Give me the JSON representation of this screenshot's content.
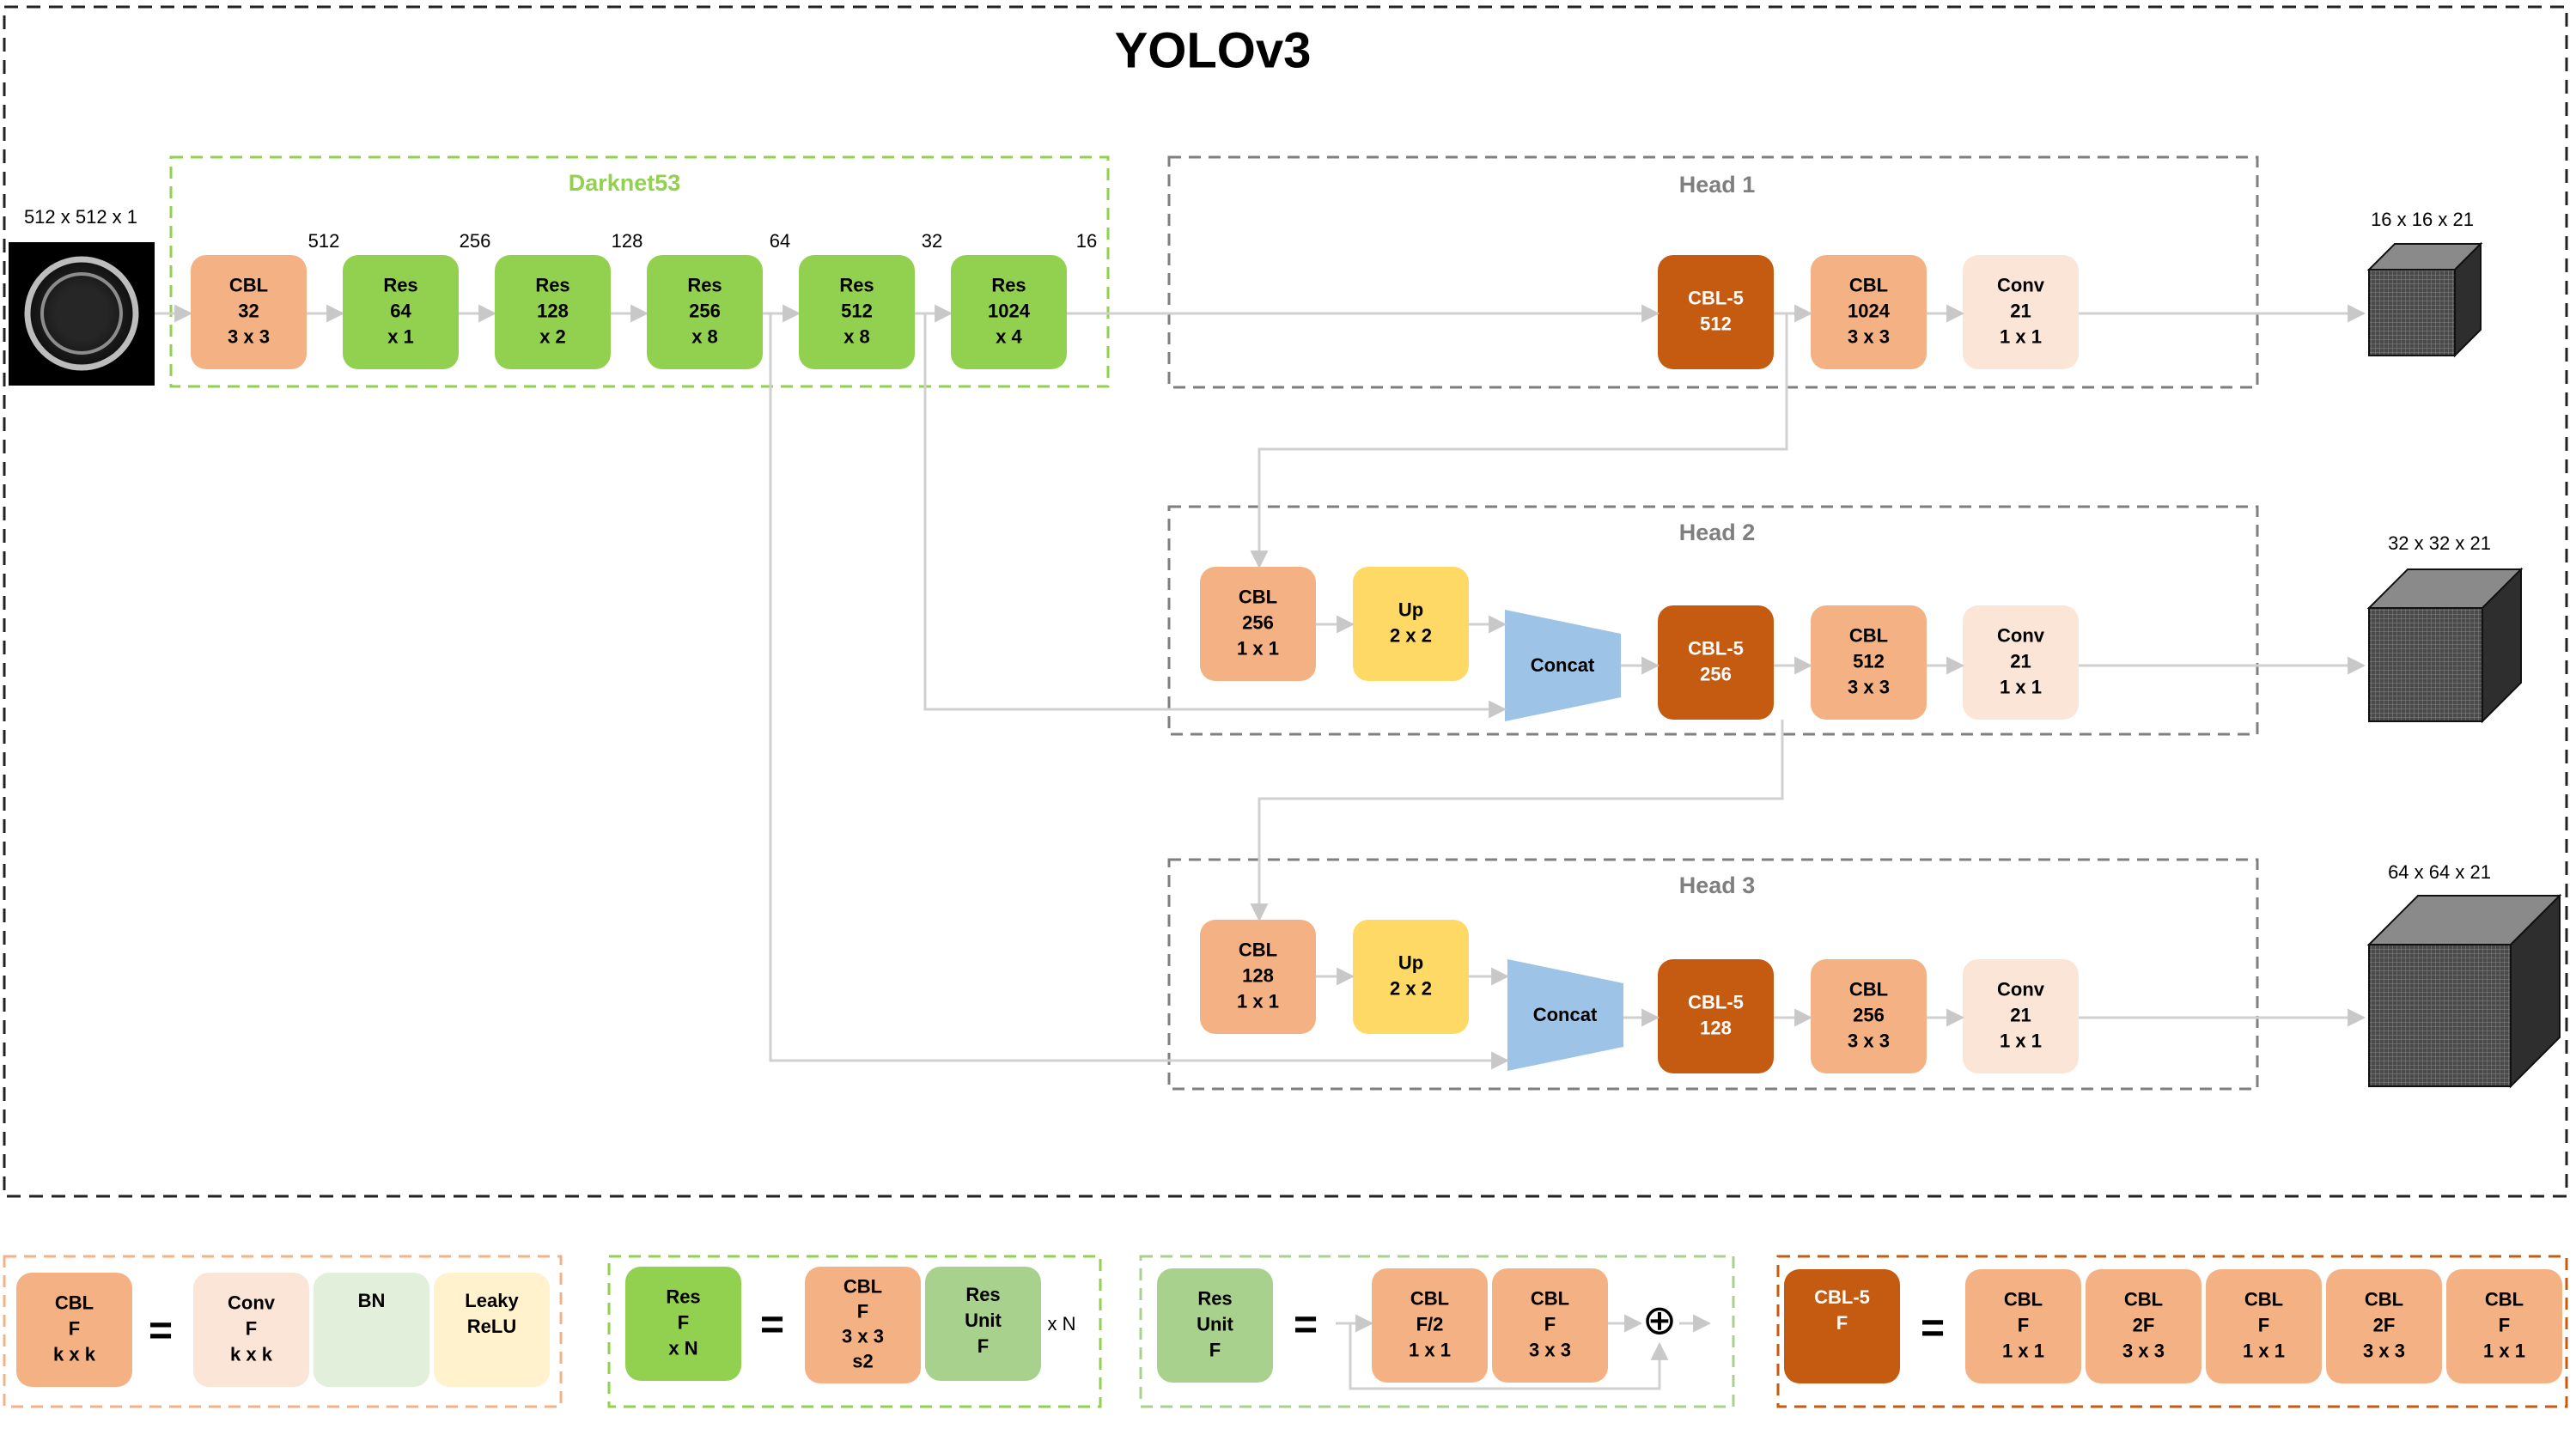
{
  "title": "YOLOv3",
  "input": {
    "label": "512 x 512 x 1"
  },
  "colors": {
    "cbl": "#f4b183",
    "res": "#92d050",
    "res_unit": "#a9d18e",
    "cbl5": "#c55a11",
    "conv": "#fbe5d6",
    "up": "#ffd966",
    "concat": "#9dc3e6",
    "bn": "#e2efda",
    "leaky": "#fff2cc",
    "darknet_label": "#92d050",
    "head_label": "#7f7f7f"
  },
  "darknet": {
    "label": "Darknet53",
    "blocks": [
      {
        "lines": [
          "CBL",
          "32",
          "3 x 3"
        ],
        "kind": "cbl"
      },
      {
        "lines": [
          "Res",
          "64",
          "x 1"
        ],
        "kind": "res"
      },
      {
        "lines": [
          "Res",
          "128",
          "x 2"
        ],
        "kind": "res"
      },
      {
        "lines": [
          "Res",
          "256",
          "x 8"
        ],
        "kind": "res"
      },
      {
        "lines": [
          "Res",
          "512",
          "x 8"
        ],
        "kind": "res"
      },
      {
        "lines": [
          "Res",
          "1024",
          "x 4"
        ],
        "kind": "res"
      }
    ],
    "sizes": [
      "512",
      "256",
      "128",
      "64",
      "32",
      "16"
    ]
  },
  "heads": [
    {
      "label": "Head 1",
      "blocks": [
        {
          "lines": [
            "CBL-5",
            "512"
          ],
          "kind": "cbl5"
        },
        {
          "lines": [
            "CBL",
            "1024",
            "3 x 3"
          ],
          "kind": "cbl"
        },
        {
          "lines": [
            "Conv",
            "21",
            "1 x 1"
          ],
          "kind": "conv"
        }
      ],
      "output": "16 x 16 x 21"
    },
    {
      "label": "Head 2",
      "blocks": [
        {
          "lines": [
            "CBL",
            "256",
            "1 x 1"
          ],
          "kind": "cbl"
        },
        {
          "lines": [
            "Up",
            "2 x 2"
          ],
          "kind": "up"
        },
        {
          "lines": [
            "Concat"
          ],
          "kind": "concat"
        },
        {
          "lines": [
            "CBL-5",
            "256"
          ],
          "kind": "cbl5"
        },
        {
          "lines": [
            "CBL",
            "512",
            "3 x 3"
          ],
          "kind": "cbl"
        },
        {
          "lines": [
            "Conv",
            "21",
            "1 x 1"
          ],
          "kind": "conv"
        }
      ],
      "output": "32 x 32 x 21"
    },
    {
      "label": "Head 3",
      "blocks": [
        {
          "lines": [
            "CBL",
            "128",
            "1 x 1"
          ],
          "kind": "cbl"
        },
        {
          "lines": [
            "Up",
            "2 x 2"
          ],
          "kind": "up"
        },
        {
          "lines": [
            "Concat"
          ],
          "kind": "concat"
        },
        {
          "lines": [
            "CBL-5",
            "128"
          ],
          "kind": "cbl5"
        },
        {
          "lines": [
            "CBL",
            "256",
            "3 x 3"
          ],
          "kind": "cbl"
        },
        {
          "lines": [
            "Conv",
            "21",
            "1 x 1"
          ],
          "kind": "conv"
        }
      ],
      "output": "64 x 64 x 21"
    }
  ],
  "legend": {
    "eq_sign": "=",
    "cbl_def": {
      "lhs": {
        "lines": [
          "CBL",
          "F",
          "k x k"
        ],
        "kind": "cbl"
      },
      "rhs": [
        {
          "lines": [
            "Conv",
            "F",
            "k x k"
          ],
          "kind": "conv"
        },
        {
          "lines": [
            "BN"
          ],
          "kind": "bn"
        },
        {
          "lines": [
            "Leaky",
            "ReLU"
          ],
          "kind": "leaky"
        }
      ]
    },
    "res_def": {
      "lhs": {
        "lines": [
          "Res",
          "F",
          "x N"
        ],
        "kind": "res"
      },
      "rhs": [
        {
          "lines": [
            "CBL",
            "F",
            "3 x 3",
            "s2"
          ],
          "kind": "cbl"
        },
        {
          "lines": [
            "Res",
            "Unit",
            "F"
          ],
          "kind": "res_unit"
        }
      ],
      "suffix": "x N"
    },
    "resunit_def": {
      "lhs": {
        "lines": [
          "Res",
          "Unit",
          "F"
        ],
        "kind": "res_unit"
      },
      "rhs": [
        {
          "lines": [
            "CBL",
            "F/2",
            "1 x 1"
          ],
          "kind": "cbl"
        },
        {
          "lines": [
            "CBL",
            "F",
            "3 x 3"
          ],
          "kind": "cbl"
        }
      ],
      "add_symbol": "⊕"
    },
    "cbl5_def": {
      "lhs": {
        "lines": [
          "CBL-5",
          "F"
        ],
        "kind": "cbl5"
      },
      "rhs": [
        {
          "lines": [
            "CBL",
            "F",
            "1 x 1"
          ],
          "kind": "cbl"
        },
        {
          "lines": [
            "CBL",
            "2F",
            "3 x 3"
          ],
          "kind": "cbl"
        },
        {
          "lines": [
            "CBL",
            "F",
            "1 x 1"
          ],
          "kind": "cbl"
        },
        {
          "lines": [
            "CBL",
            "2F",
            "3 x 3"
          ],
          "kind": "cbl"
        },
        {
          "lines": [
            "CBL",
            "F",
            "1 x 1"
          ],
          "kind": "cbl"
        }
      ]
    }
  }
}
